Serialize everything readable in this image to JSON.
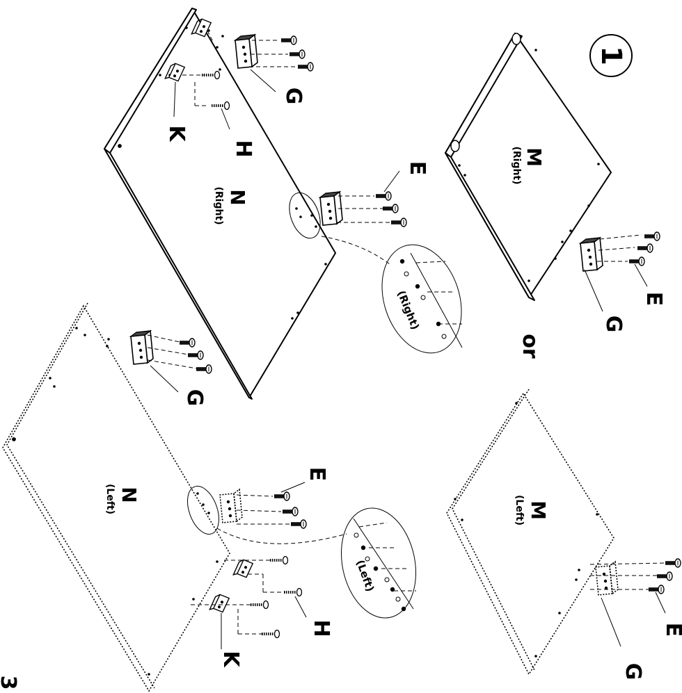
{
  "step_number": "1",
  "connector_word": "or",
  "page_number": "3",
  "parts": {
    "M_right": {
      "letter": "M",
      "side": "(Right)"
    },
    "M_left": {
      "letter": "M",
      "side": "(Left)"
    },
    "N_right": {
      "letter": "N",
      "side": "(Right)"
    },
    "N_left": {
      "letter": "N",
      "side": "(Left)"
    }
  },
  "hardware": {
    "E": "E",
    "G": "G",
    "H": "H",
    "K": "K"
  },
  "detail_labels": {
    "right": "(Right)",
    "left": "(Left)"
  }
}
